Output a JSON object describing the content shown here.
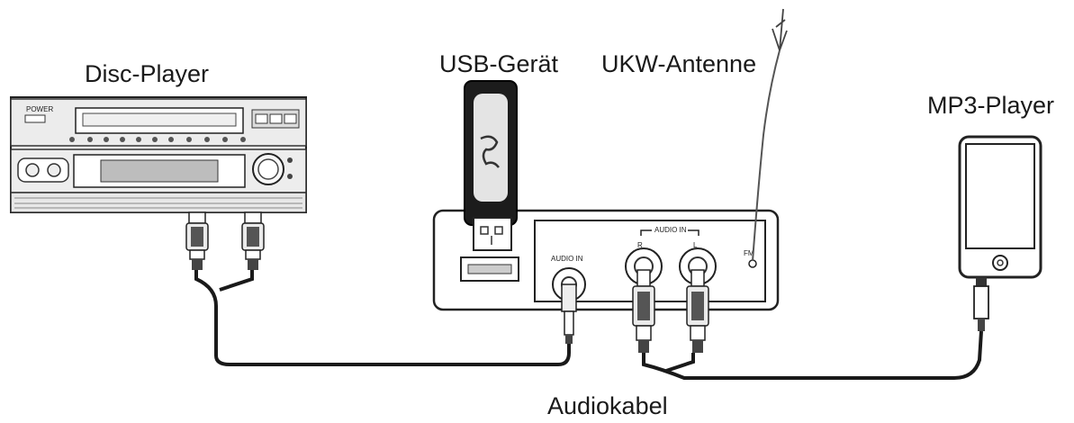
{
  "labels": {
    "disc_player": "Disc-Player",
    "usb_device": "USB-Gerät",
    "fm_antenna": "UKW-Antenne",
    "mp3_player": "MP3-Player",
    "audio_cable": "Audiokabel"
  },
  "panel": {
    "audio_in_group": "AUDIO IN",
    "audio_in_jack": "AUDIO IN",
    "right_channel": "R",
    "left_channel": "L",
    "fm_port": "FM"
  }
}
